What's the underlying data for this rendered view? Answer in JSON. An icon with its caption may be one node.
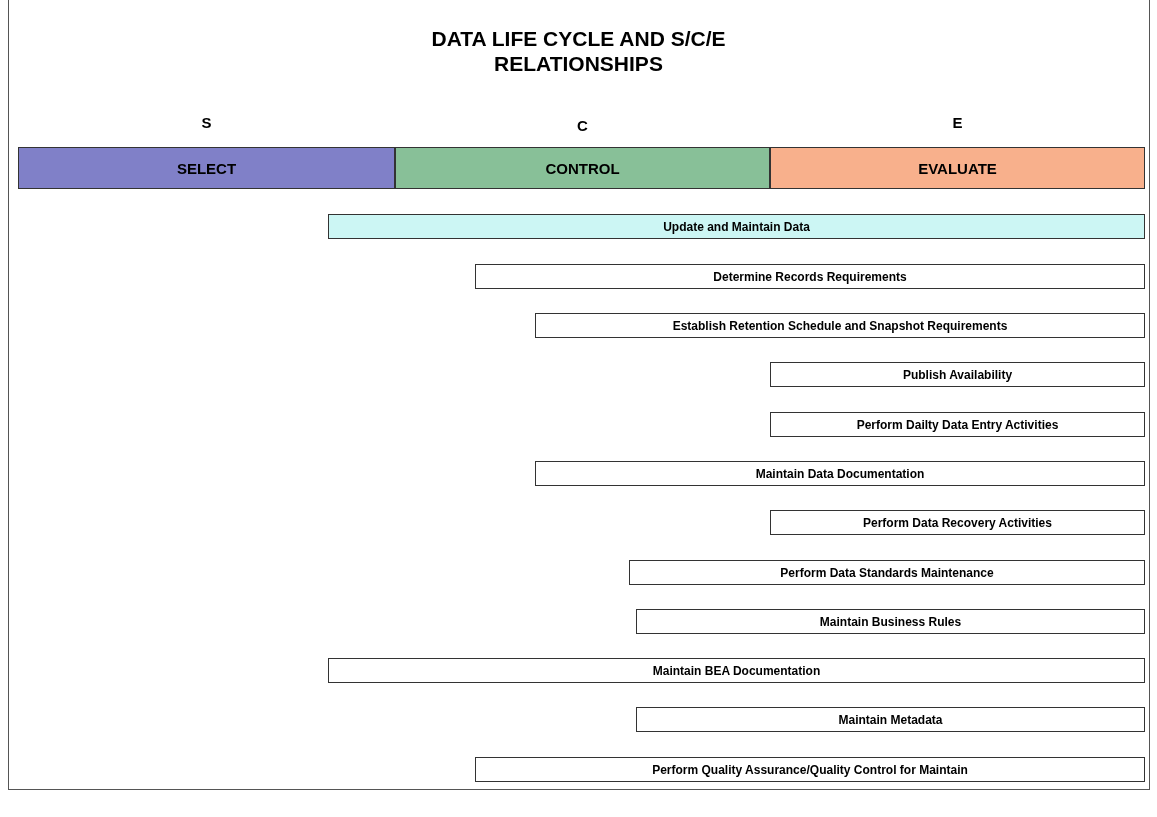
{
  "diagram": {
    "title": "DATA LIFE CYCLE AND S/C/E RELATIONSHIPS",
    "nodes": [
      {
        "text": [
          "SELECT"
        ],
        "beside": [
          "S"
        ]
      },
      {
        "text": [
          "CONTROL"
        ],
        "beside": [
          "C"
        ]
      },
      {
        "text": [
          "EVALUATE"
        ],
        "beside": [
          "E"
        ]
      },
      {
        "text": [
          "Update and Maintain Data"
        ]
      },
      {
        "text": [
          "Determine Records Requirements"
        ]
      },
      {
        "text": [
          "Establish Retention Schedule and Snapshot Requirements"
        ]
      },
      {
        "text": [
          "Publish Availability"
        ]
      },
      {
        "text": [
          "Perform Dailty Data Entry Activities"
        ]
      },
      {
        "text": [
          "Maintain Data Documentation"
        ]
      },
      {
        "text": [
          "Perform Data Recovery Activities"
        ]
      },
      {
        "text": [
          "Perform Data Standards Maintenance"
        ]
      },
      {
        "text": [
          "Maintain Business Rules"
        ]
      },
      {
        "text": [
          "Maintain BEA Documentation"
        ]
      },
      {
        "text": [
          "Maintain Metadata"
        ]
      },
      {
        "text": [
          "Perform Quality Assurance/Quality Control for Maintain"
        ]
      }
    ]
  }
}
